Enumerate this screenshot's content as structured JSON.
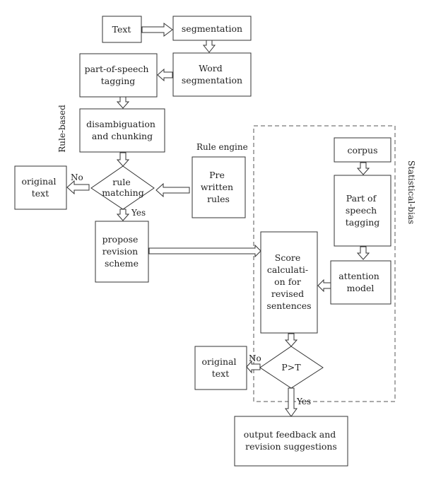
{
  "nodes": {
    "text": [
      "Text"
    ],
    "segmentation": [
      "segmentation"
    ],
    "word_segmentation": [
      "Word",
      "segmentation"
    ],
    "pos_tagging": [
      "part-of-speech",
      "tagging"
    ],
    "disambiguation": [
      "disambiguation",
      "and chunking"
    ],
    "rule_matching": [
      "rule",
      "matching"
    ],
    "original_text_1": [
      "original",
      "text"
    ],
    "pre_written_rules": [
      "Pre",
      "written",
      "rules"
    ],
    "propose_revision": [
      "propose",
      "revision",
      "scheme"
    ],
    "corpus": [
      "corpus"
    ],
    "pos_tagging_2": [
      "Part of",
      "speech",
      "tagging"
    ],
    "attention_model": [
      "attention",
      "model"
    ],
    "score_calc": [
      "Score",
      "calculati-",
      "on for",
      "revised",
      "sentences"
    ],
    "p_gt_t": [
      "P>T"
    ],
    "original_text_2": [
      "original",
      "text"
    ],
    "output_feedback": [
      "output feedback and",
      "revision suggestions"
    ]
  },
  "labels": {
    "rule_based": "Rule-based",
    "statistical_bias": "Statistical-bias",
    "rule_engine": "Rule engine",
    "no_1": "No",
    "yes_1": "Yes",
    "no_2": "No",
    "yes_2": "Yes"
  },
  "colors": {
    "stroke": "#333333",
    "text": "#222222",
    "background": "#ffffff"
  }
}
